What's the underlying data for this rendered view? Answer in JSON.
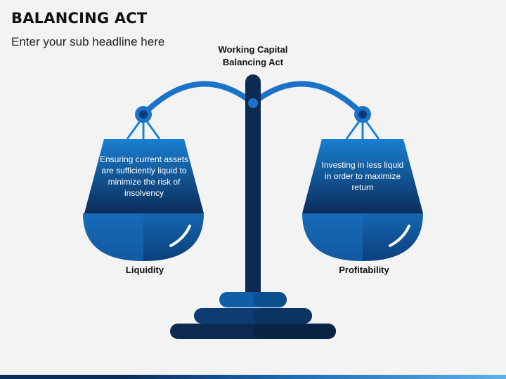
{
  "header": {
    "title": "BALANCING ACT",
    "subtitle": "Enter your sub headline here"
  },
  "scale": {
    "center_label": "Working Capital Balancing Act",
    "left": {
      "description": "Ensuring current assets are sufficiently liquid to minimize the risk of insolvency",
      "label": "Liquidity"
    },
    "right": {
      "description": "Investing in less liquid in order to maximize return",
      "label": "Profitability"
    }
  },
  "colors": {
    "dark_navy": "#0d2a52",
    "mid_blue": "#0f5fa8",
    "bright_blue": "#1f84d6",
    "background": "#f3f3f3"
  }
}
